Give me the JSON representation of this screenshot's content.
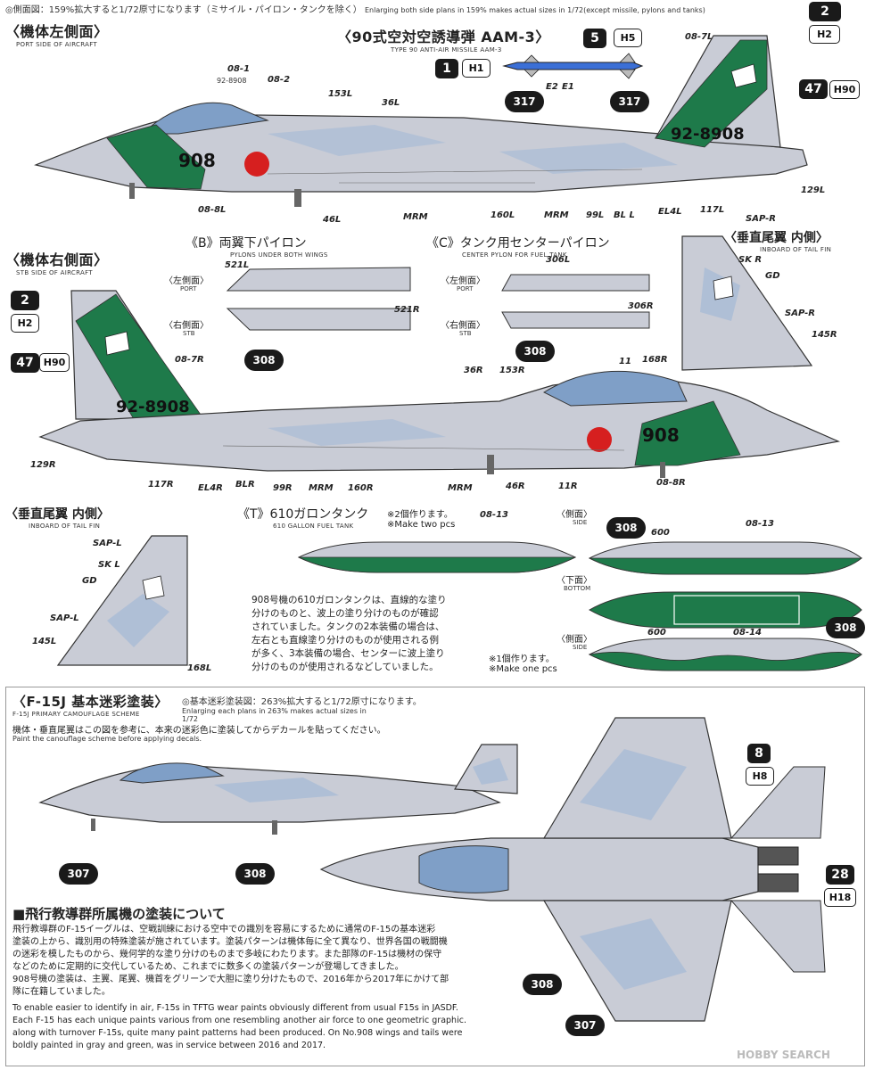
{
  "header": {
    "note_jp": "◎側面図：159%拡大すると1/72原寸になります（ミサイル・パイロン・タンクを除く）",
    "note_en": "Enlarging both side plans in 159% makes actual sizes in 1/72(except missile, pylons and tanks)"
  },
  "port_side": {
    "title": "〈機体左側面〉",
    "sub": "PORT SIDE OF AIRCRAFT"
  },
  "stb_side": {
    "title": "〈機体右側面〉",
    "sub": "STB SIDE OF AIRCRAFT"
  },
  "missile": {
    "title": "〈90式空対空誘導弾 AAM-3〉",
    "sub": "TYPE 90 ANTI-AIR MISSILE AAM-3",
    "labels": [
      "E2",
      "E1"
    ]
  },
  "pylons_b": {
    "title": "《B》両翼下パイロン",
    "sub": "PYLONS UNDER BOTH WINGS"
  },
  "pylons_c": {
    "title": "《C》タンク用センターパイロン",
    "sub": "CENTER PYLON FOR FUEL TANK"
  },
  "side_labels": {
    "port": "〈左側面〉",
    "port_en": "PORT",
    "stb": "〈右側面〉",
    "stb_en": "STB"
  },
  "tail_inboard_right": {
    "title": "〈垂直尾翼 内側〉",
    "sub": "INBOARD OF TAIL FIN"
  },
  "tail_inboard_left": {
    "title": "〈垂直尾翼 内側〉",
    "sub": "INBOARD OF TAIL FIN"
  },
  "tank": {
    "title": "《T》610ガロンタンク",
    "sub": "610 GALLON FUEL TANK",
    "make_two_jp": "※2個作ります。",
    "make_two_en": "※Make two pcs",
    "make_one_jp": "※1個作ります。",
    "make_one_en": "※Make one pcs",
    "view_side": "〈側面〉",
    "view_side_en": "SIDE",
    "view_bottom": "〈下面〉",
    "view_bottom_en": "BOTTOM",
    "paragraph": [
      "908号機の610ガロンタンクは、直線的な塗り",
      "分けのものと、波上の塗り分けのものが確認",
      "されていました。タンクの2本装備の場合は、",
      "左右とも直線塗り分けのものが使用される例",
      "が多く、3本装備の場合、センターに波上塗り",
      "分けのものが使用されるなどしていました。"
    ]
  },
  "aircraft": {
    "serial": "92-8908",
    "nose_number": "908",
    "small_serial": "92-8908"
  },
  "decals": {
    "port": [
      "08-1",
      "08-2",
      "153L",
      "36L",
      "08-7L",
      "08-8L",
      "46L",
      "MRM",
      "160L",
      "MRM",
      "99L",
      "BL L",
      "EL4L",
      "117L",
      "129L"
    ],
    "stb": [
      "08-7R",
      "129R",
      "117R",
      "EL4R",
      "BLR",
      "99R",
      "MRM",
      "160R",
      "MRM",
      "46R",
      "11R",
      "08-8R",
      "36R",
      "153R",
      "11"
    ],
    "pylon": [
      "521L",
      "521R",
      "306L",
      "306R"
    ],
    "tail_r": [
      "SAP-R",
      "SK R",
      "GD",
      "SAP-R",
      "145R",
      "168R"
    ],
    "tail_l": [
      "SAP-L",
      "SK L",
      "GD",
      "SAP-L",
      "145L",
      "168L"
    ],
    "tank": [
      "08-13",
      "08-13",
      "600",
      "600",
      "08-14"
    ]
  },
  "paint_codes": {
    "c2": "2",
    "h2": "H2",
    "c47": "47",
    "h90": "H90",
    "c1": "1",
    "h1": "H1",
    "c5": "5",
    "h5": "H5",
    "c317": "317",
    "c308": "308",
    "c307": "307",
    "c8": "8",
    "h8": "H8",
    "c28": "28",
    "h18": "H18"
  },
  "camo": {
    "title": "〈F-15J 基本迷彩塗装〉",
    "sub": "F-15J PRIMARY CAMOUFLAGE SCHEME",
    "note_jp": "◎基本迷彩塗装図：263%拡大すると1/72原寸になります。",
    "note_en1": "Enlarging each plans in 263% makes actual sizes in",
    "note_en2": "1/72",
    "inst_jp": "機体・垂直尾翼はこの図を参考に、本来の迷彩色に塗装してからデカールを貼ってください。",
    "inst_en": "Paint the canouflage scheme before applying decals."
  },
  "about": {
    "title": "■飛行教導群所属機の塗装について",
    "jp": [
      "飛行教導群のF-15イーグルは、空戦訓練における空中での識別を容易にするために通常のF-15の基本迷彩",
      "塗装の上から、識別用の特殊塗装が施されています。塗装パターンは機体毎に全て異なり、世界各国の戦闘機",
      "の迷彩を模したものから、幾何学的な塗り分けのものまで多岐にわたります。また部隊のF-15は機材の保守",
      "などのために定期的に交代しているため、これまでに数多くの塗装パターンが登場してきました。",
      "908号機の塗装は、主翼、尾翼、機首をグリーンで大胆に塗り分けたもので、2016年から2017年にかけて部",
      "隊に在籍していました。"
    ],
    "en": [
      "To enable easier to identify in air, F-15s in TFTG wear paints obviously different from usual F15s in JASDF.",
      "Each F-15 has each unique paints various from one resembling another air force to one geometric graphic.",
      "along with turnover F-15s, quite many paint patterns had been produced. On No.908 wings and tails were",
      "boldly painted in gray and green, was in service between 2016 and 2017."
    ]
  },
  "watermark": "HOBBY SEARCH",
  "colors": {
    "green": "#1e7a4a",
    "gray": "#c9ccd6",
    "blue": "#a9bcd6",
    "red": "#d61f1f"
  }
}
